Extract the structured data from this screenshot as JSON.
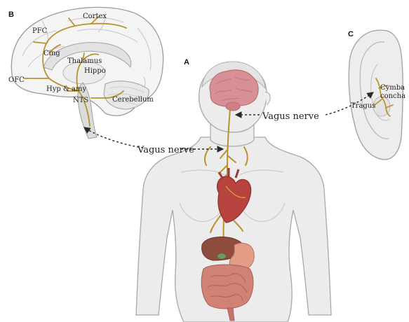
{
  "panels": {
    "a": "A",
    "b": "B",
    "c": "C"
  },
  "brain_labels": {
    "cortex": "Cortex",
    "pfc": "PFC",
    "cing": "Cing",
    "thalamus": "Thalamus",
    "hippo": "Hippo",
    "ofc": "OFC",
    "hyp_amy": "Hyp & amy",
    "nts": "NTS",
    "cerebellum": "Cerebellum"
  },
  "nerve_labels": {
    "body": "Vagus nerve",
    "brain": "Vagus nerve"
  },
  "ear_labels": {
    "cymba_line1": "Cymba",
    "cymba_line2": "concha",
    "tragus": "Tragus"
  },
  "colors": {
    "nerve": "#b8922e",
    "brain": "#d98f96",
    "skin": "#ebebeb",
    "outline": "#a9a9a9",
    "heart": "#b8433e",
    "intestine": "#d08276",
    "liver": "#8d4c3c"
  }
}
